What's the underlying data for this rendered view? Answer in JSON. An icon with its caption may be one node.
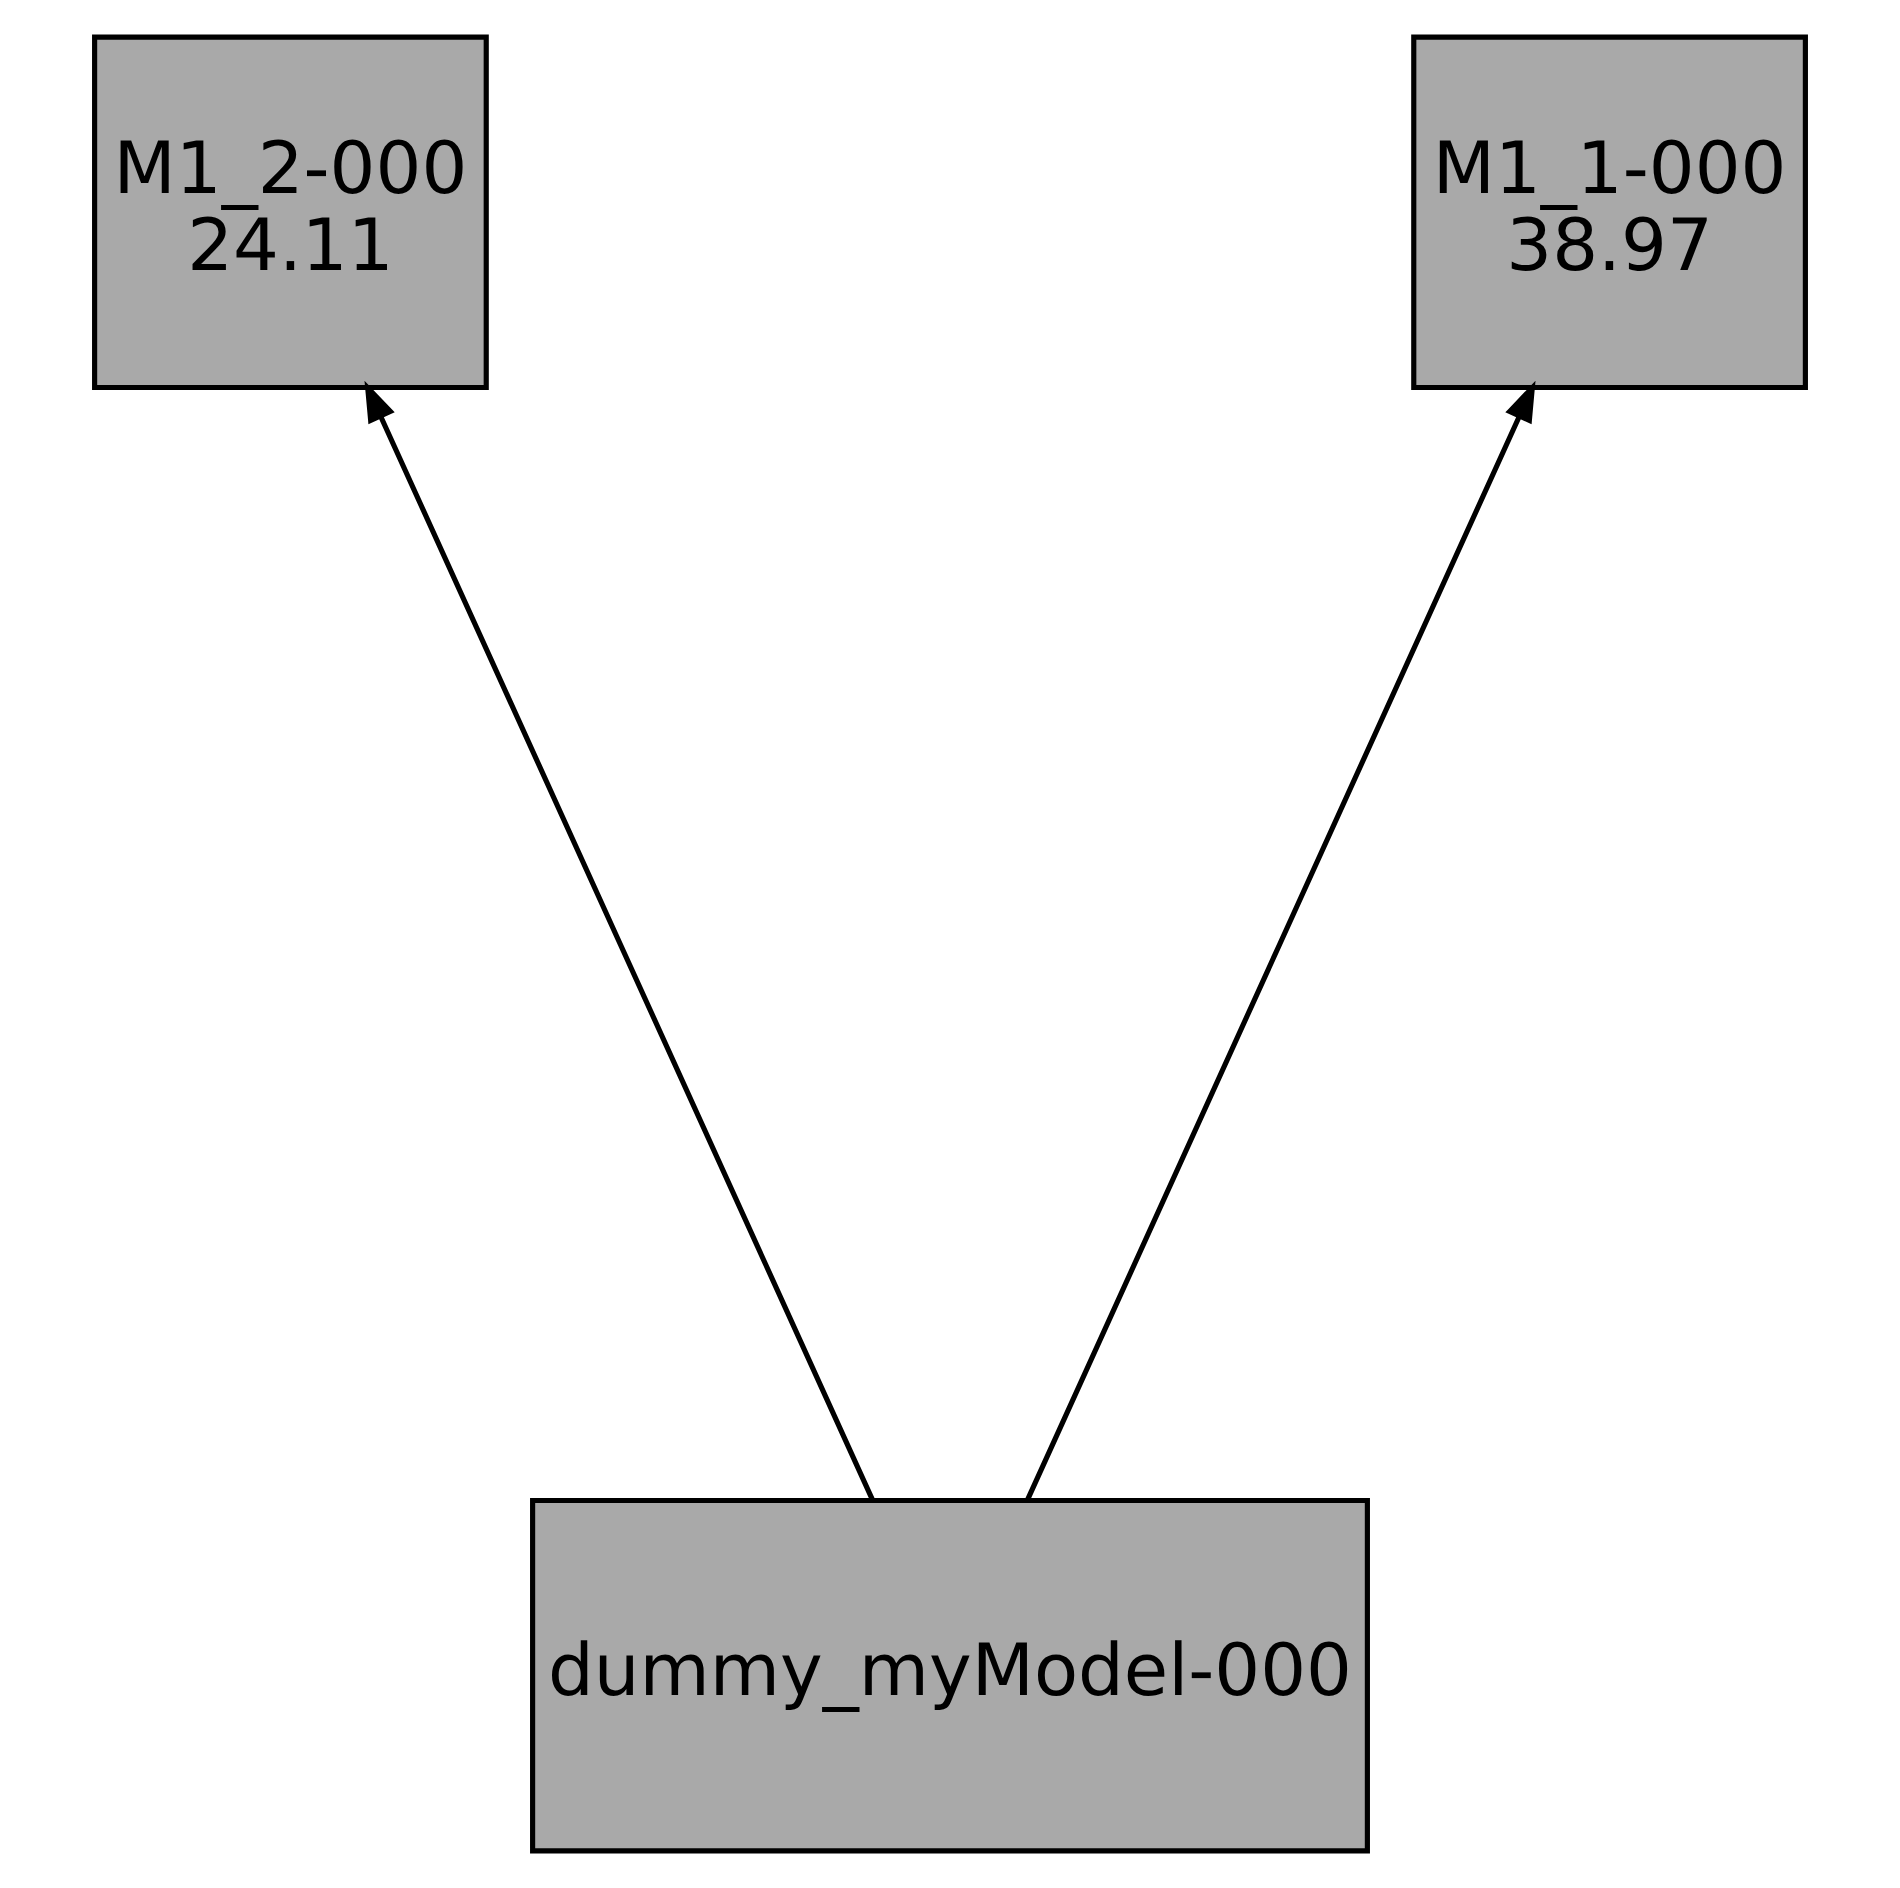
{
  "diagram": {
    "nodes": [
      {
        "text": [
          "M1_2-000",
          "24.11"
        ]
      },
      {
        "text": [
          "M1_1-000",
          "38.97"
        ]
      },
      {
        "text": [
          "dummy_myModel-000"
        ]
      }
    ],
    "edges": [
      {
        "from": 2,
        "to": 0,
        "arrow": "to"
      },
      {
        "from": 2,
        "to": 1,
        "arrow": "to"
      }
    ]
  }
}
